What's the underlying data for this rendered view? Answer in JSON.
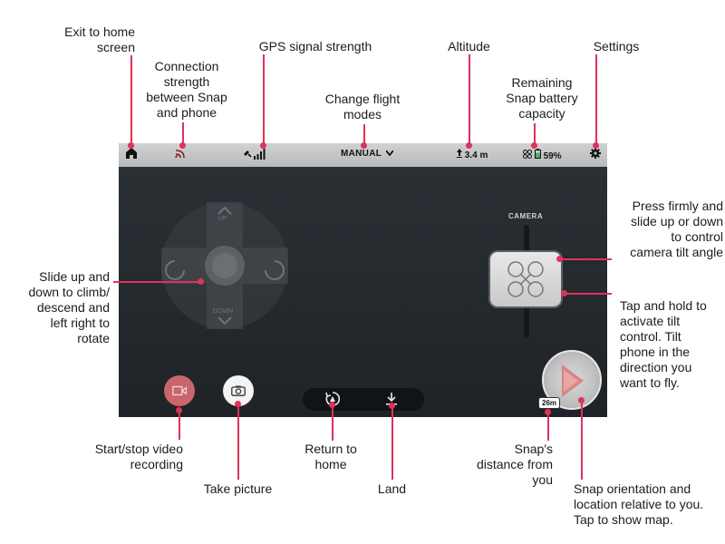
{
  "annotations": {
    "exit_home": "Exit to home\nscreen",
    "connection": "Connection\nstrength\nbetween Snap\nand phone",
    "gps": "GPS signal strength",
    "flight_modes": "Change flight\nmodes",
    "altitude": "Altitude",
    "battery": "Remaining\nSnap battery\ncapacity",
    "settings": "Settings",
    "tilt_angle": "Press firmly and\nslide up or down\nto control\ncamera tilt angle",
    "slide_climb": "Slide up and\ndown to climb/\ndescend and\nleft right to\nrotate",
    "tap_hold": "Tap and hold to\nactivate tilt\ncontrol. Tilt\nphone in the\ndirection you\nwant to fly.",
    "video": "Start/stop video\nrecording",
    "picture": "Take picture",
    "return_home": "Return to\nhome",
    "land": "Land",
    "distance": "Snap's\ndistance from\nyou",
    "orientation": "Snap orientation and\nlocation relative to you.\nTap to show map."
  },
  "app": {
    "flight_mode": "MANUAL",
    "altitude": "3.4 m",
    "battery_percent": "59%",
    "battery_level": 0.59,
    "camera_label": "CAMERA",
    "joystick_up": "UP",
    "joystick_down": "DOWN",
    "distance": "26m",
    "colors": {
      "accent": "#e0315a",
      "record": "#c8666b",
      "battery_green": "#4caf50"
    },
    "icons": [
      "home-icon",
      "connection-icon",
      "gps-icon",
      "chevron-down-icon",
      "altitude-icon",
      "drone-icon",
      "battery-icon",
      "gear-icon",
      "video-icon",
      "camera-icon",
      "return-home-icon",
      "land-icon"
    ]
  }
}
